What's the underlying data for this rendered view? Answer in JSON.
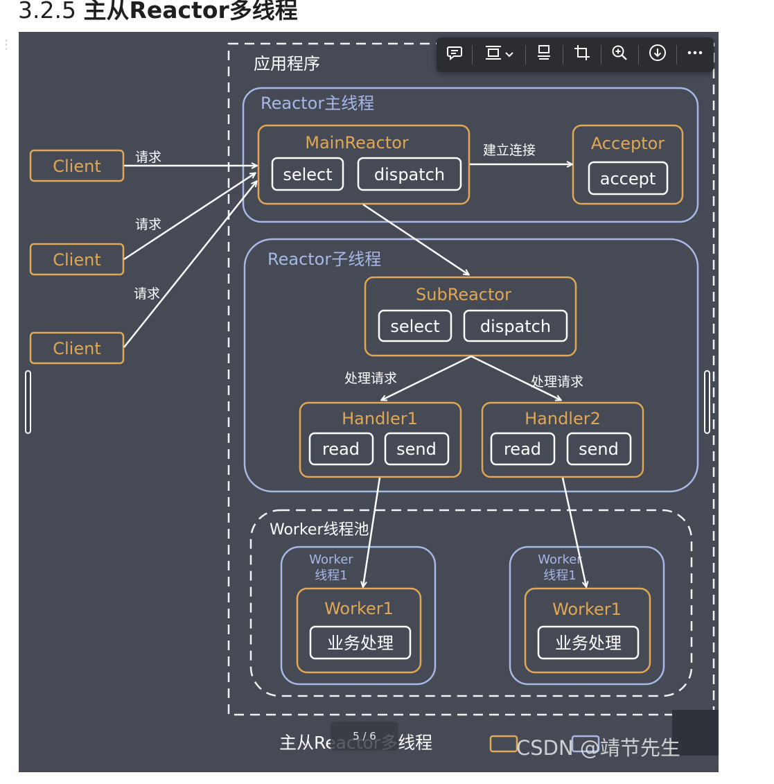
{
  "heading": {
    "number": "3.2.5",
    "title": "主从Reactor多线程"
  },
  "toolbar": {
    "icons": [
      "comment-icon",
      "layout-align-icon",
      "chevron-down-icon",
      "caption-icon",
      "crop-icon",
      "zoom-in-icon",
      "download-icon",
      "more-icon"
    ]
  },
  "pager": {
    "text": "5 / 6"
  },
  "diagram": {
    "app_label": "应用程序",
    "main_thread_label": "Reactor主线程",
    "sub_thread_label": "Reactor子线程",
    "pool_label": "Worker线程池",
    "clients": [
      "Client",
      "Client",
      "Client"
    ],
    "request_label": "请求",
    "connect_label": "建立连接",
    "handle_label": "处理请求",
    "main_reactor": {
      "title": "MainReactor",
      "ops": [
        "select",
        "dispatch"
      ]
    },
    "acceptor": {
      "title": "Acceptor",
      "ops": [
        "accept"
      ]
    },
    "sub_reactor": {
      "title": "SubReactor",
      "ops": [
        "select",
        "dispatch"
      ]
    },
    "handlers": [
      {
        "title": "Handler1",
        "ops": [
          "read",
          "send"
        ]
      },
      {
        "title": "Handler2",
        "ops": [
          "read",
          "send"
        ]
      }
    ],
    "worker_threads": [
      {
        "label_line1": "Worker",
        "label_line2": "线程1",
        "worker_title": "Worker1",
        "task": "业务处理"
      },
      {
        "label_line1": "Worker",
        "label_line2": "线程1",
        "worker_title": "Worker1",
        "task": "业务处理"
      }
    ],
    "caption": "主从Reactor多线程",
    "watermark": "CSDN @靖节先生",
    "colors": {
      "background": "#454a55",
      "orange": "#e0a756",
      "blue": "#a9b7e6",
      "white": "#ffffff",
      "dash": "#f2f2f2"
    }
  }
}
